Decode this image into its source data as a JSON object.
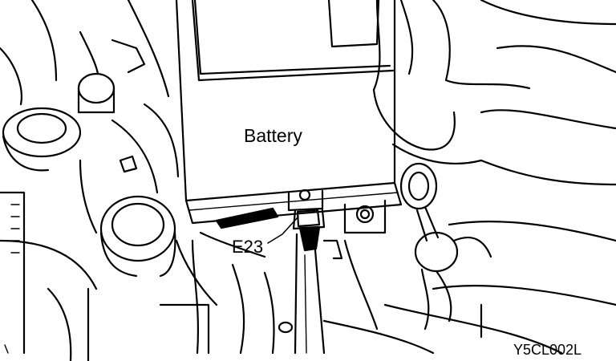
{
  "diagram": {
    "labels": {
      "battery": "Battery",
      "connector": "E23",
      "figure_code": "Y5CL002L"
    },
    "colors": {
      "line": "#000000",
      "background": "#ffffff"
    }
  }
}
